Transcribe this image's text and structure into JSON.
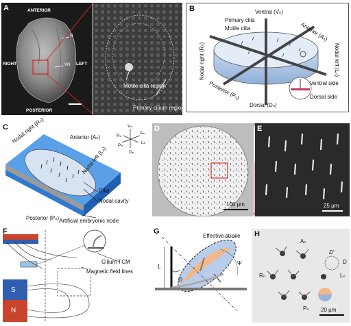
{
  "panels": {
    "a": {
      "letter": "A",
      "anterior": "ANTERIOR",
      "posterior": "POSTERIOR",
      "right": "RIGHT",
      "left": "LEFT",
      "mark_vn": "VN",
      "mark_pn": "N"
    },
    "a_zoom": {
      "motile": "Motile cilia region",
      "primary": "Primary cilium region"
    },
    "b": {
      "letter": "B",
      "primary_cilia": "Primary cilia",
      "motile_cilia": "Motile cilia",
      "ventral": "Ventral (Vₙ)",
      "anterior": "Anterior (Aₙ)",
      "nodal_right": "Nodal right (Rₙ)",
      "nodal_left": "Nodal left (Lₙ)",
      "posterior": "Posterior (Pₙ)",
      "dorsal": "Dorsal (Dₙ)",
      "ventral_side": "Ventral side",
      "dorsal_side": "Dorsal side"
    },
    "c": {
      "letter": "C",
      "anterior": "Anterior (Aₙ)",
      "nodal_right": "Nodal right (Rₙ)",
      "nodal_left": "Nodal left (Lₙ)",
      "posterior": "Posterior (Pₙ)",
      "cilia": "Cilia",
      "nodal_cavity": "Nodal cavity",
      "artificial_node": "Artificial embryonic node",
      "axes": {
        "v": "Vₙ",
        "a": "Aₙ",
        "r": "Rₙ",
        "l": "Lₙ",
        "p": "Pₙ",
        "d": "Dₙ"
      }
    },
    "d": {
      "letter": "D",
      "scale": "100 µm"
    },
    "e": {
      "letter": "E",
      "scale": "25 µm"
    },
    "f": {
      "letter": "F",
      "cilium_tcm": "Cilium TCM",
      "field_lines": "Magnetic field lines",
      "pole_s": "S",
      "pole_n": "N"
    },
    "g": {
      "letter": "G",
      "effective_stroke": "Effective stroke",
      "length": "L",
      "theta": "Θ",
      "psi": "Ψ"
    },
    "h": {
      "letter": "H",
      "an": "Aₙ",
      "rn": "Rₙ",
      "ln": "Lₙ",
      "pn": "Pₙ",
      "d_prime": "D′",
      "d": "D",
      "scale": "20 µm"
    }
  },
  "colors": {
    "blue_top": "#5aa0e8",
    "blue_side": "#2f79d0",
    "orange": "#f2b88a",
    "lightblue": "#b9cdea",
    "magnet_red": "#c8442c",
    "magnet_blue": "#2f5fae",
    "cavity_fill": "#d7e3f2"
  }
}
